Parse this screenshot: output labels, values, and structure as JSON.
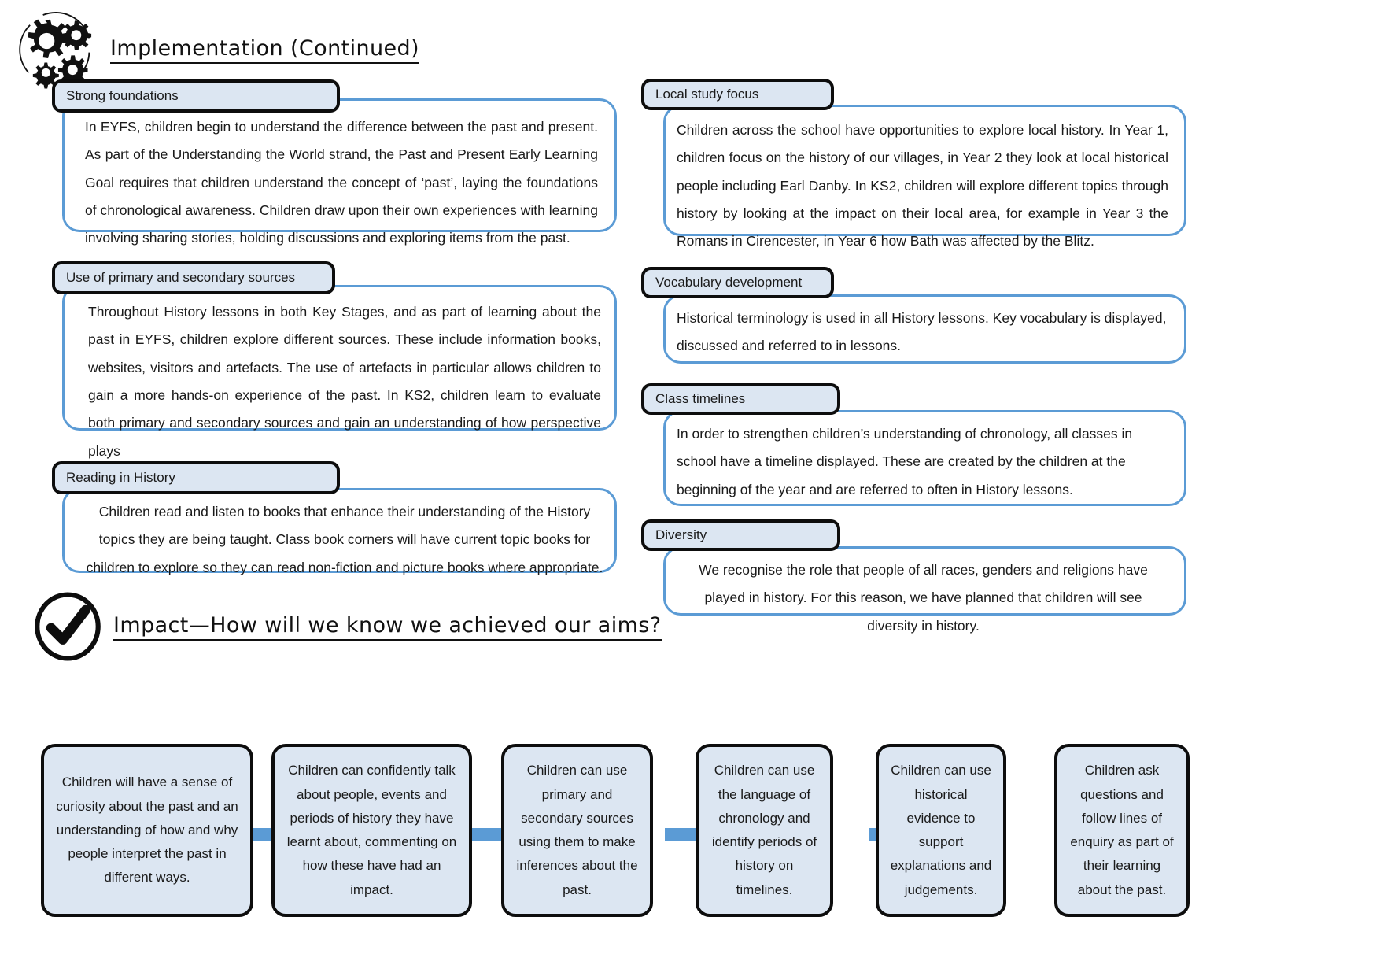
{
  "headings": {
    "implementation": {
      "icon": "gears-icon",
      "title": "Implementation (Continued)"
    },
    "impact": {
      "icon": "check-circle-icon",
      "title": "Impact—How will we know we achieved our aims?"
    }
  },
  "colors": {
    "chip_fill": "#dce6f2",
    "chip_border": "#0d0d0d",
    "bubble_border": "#5b9bd5",
    "connector": "#5b9bd5",
    "text": "#1a1a1a"
  },
  "callouts": [
    {
      "id": "strong-foundations",
      "label": "Strong foundations",
      "body": "In EYFS, children begin to understand the difference between the past and present. As part of the Understanding the World strand, the Past and Present Early Learning Goal requires that children understand the concept of ‘past’, laying the foundations of chronological awareness. Children draw upon their own experiences with learning involving sharing stories, holding discussions and exploring items from the past."
    },
    {
      "id": "primary-secondary-sources",
      "label": "Use of primary and secondary sources",
      "body": "Throughout History lessons in both Key Stages, and as part of learning about the past in EYFS, children explore different sources. These include information books, websites, visitors and artefacts. The use of artefacts in particular allows children to gain a more hands-on experience of the past. In KS2, children learn to evaluate both primary and secondary sources and gain an understanding of how perspective plays"
    },
    {
      "id": "reading-in-history",
      "label": "Reading in History",
      "body": "Children read and listen to books that enhance their understanding of the History topics they are being taught. Class book corners will have current topic books for children to explore so they can read non-fiction and picture books where appropriate."
    },
    {
      "id": "local-study-focus",
      "label": "Local study focus",
      "body": "Children across the school have opportunities to explore local history. In Year 1, children focus on the history of our villages, in Year 2 they look at local historical people including Earl Danby.  In KS2, children will explore different topics through history by looking at the impact on their local area, for example in Year 3 the Romans in Cirencester, in Year 6 how Bath was affected by the Blitz."
    },
    {
      "id": "vocabulary-development",
      "label": "Vocabulary development",
      "body": "Historical terminology is used in all History lessons. Key vocabulary is displayed, discussed and referred to in lessons."
    },
    {
      "id": "class-timelines",
      "label": "Class timelines",
      "body": "In order to strengthen children’s understanding of chronology, all classes in school have a timeline displayed. These are created by the children at the beginning of the year and are referred to often in History lessons."
    },
    {
      "id": "diversity",
      "label": "Diversity",
      "body": "We recognise the role that people of all races, genders and religions have played in history. For this reason, we have planned that children will see diversity in history."
    }
  ],
  "impact_outcomes": [
    "Children will have a sense of curiosity about the past and an understanding of how and why people interpret the past in different ways.",
    "Children can confidently talk about people, events and periods of history they have learnt about, commenting on how these have had an impact.",
    "Children can use primary and secondary sources using them to make inferences about the past.",
    "Children can use the language of chronology and identify periods of history on timelines.",
    "Children can use historical evidence to support explanations and judgements.",
    "Children ask questions and follow lines of enquiry as part of their learning about the past."
  ]
}
